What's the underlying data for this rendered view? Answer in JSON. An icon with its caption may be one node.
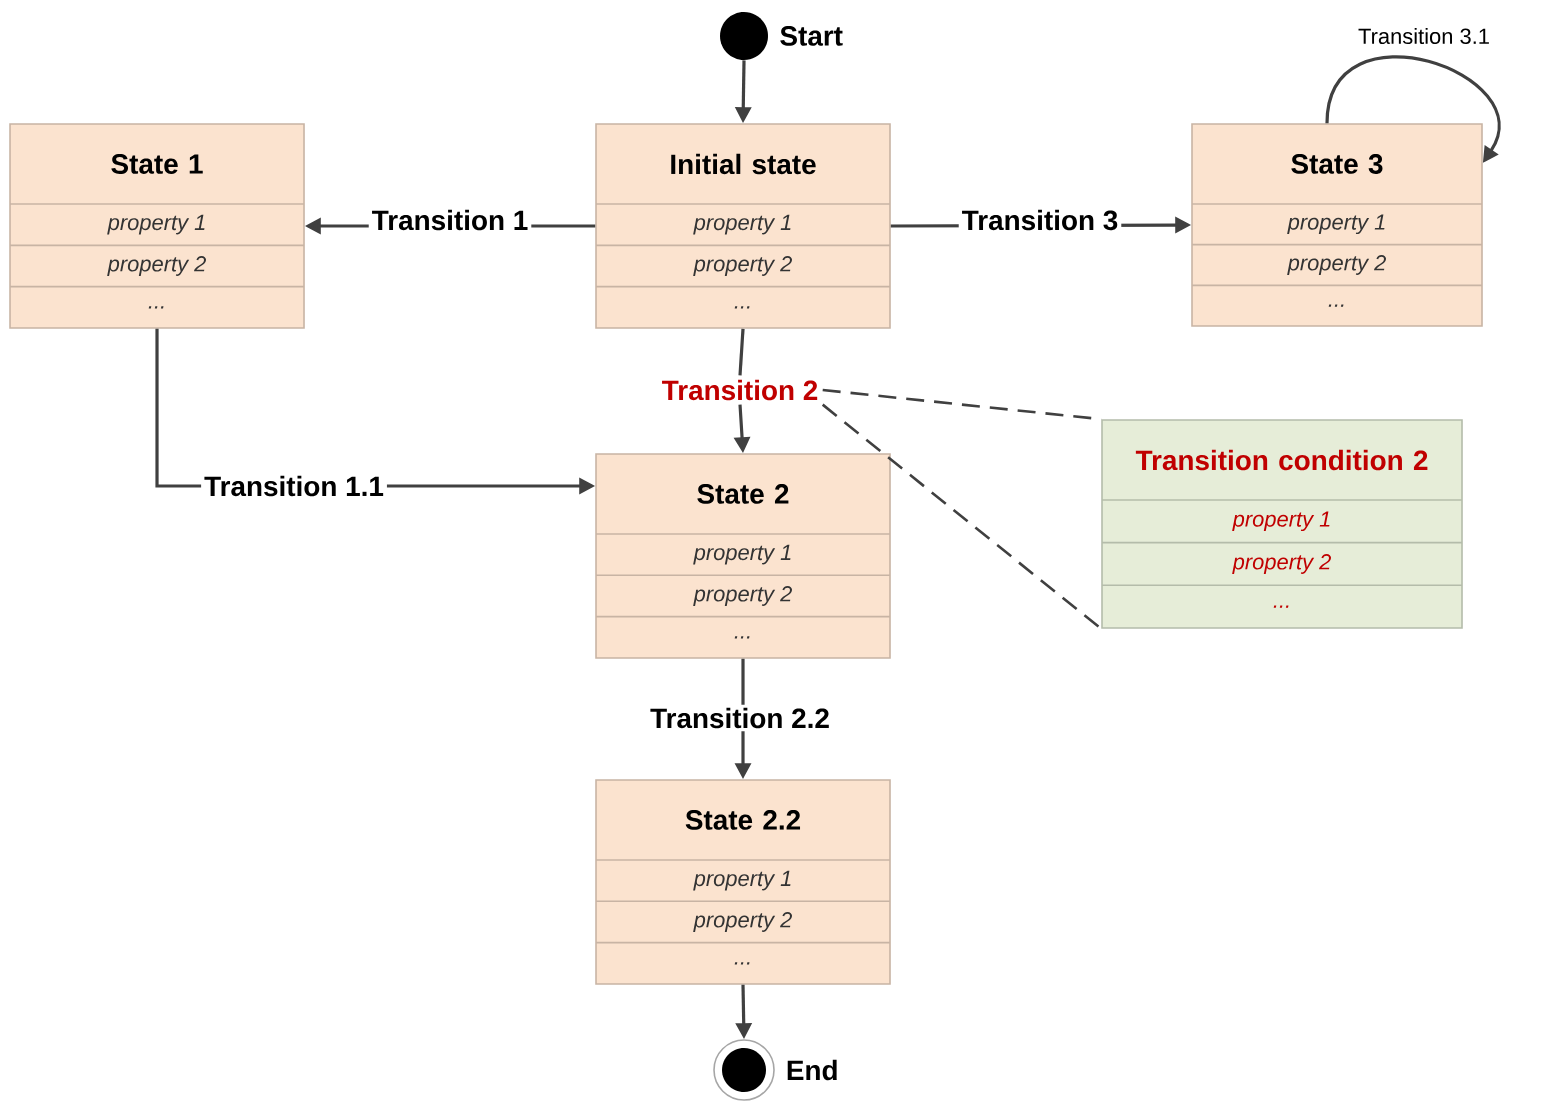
{
  "diagram": {
    "nodes": [
      {
        "text": [],
        "shape": "circle",
        "beside": [
          "Start"
        ]
      },
      {
        "text": [
          "Initial state",
          "property 1",
          "property 2",
          "..."
        ]
      },
      {
        "text": [
          "State 1",
          "property 1",
          "property 2",
          "..."
        ]
      },
      {
        "text": [
          "State 3",
          "property 1",
          "property 2",
          "..."
        ]
      },
      {
        "text": [
          "Transition 2"
        ]
      },
      {
        "text": [
          "Transition condition 2",
          "property 1",
          "property 2",
          "..."
        ]
      },
      {
        "text": [
          "State 2",
          "property 1",
          "property 2",
          "..."
        ]
      },
      {
        "text": [
          "State 2.2",
          "property 1",
          "property 2",
          "..."
        ]
      },
      {
        "text": [],
        "shape": "circle",
        "beside": [
          "End"
        ]
      }
    ],
    "edges": [
      {
        "from": 0,
        "to": 1,
        "arrow": "to"
      },
      {
        "from": 1,
        "to": 2,
        "arrow": "to",
        "label": "Transition 1"
      },
      {
        "from": 1,
        "to": 3,
        "arrow": "to",
        "label": "Transition 3"
      },
      {
        "from": 1,
        "to": 4,
        "arrow": "none"
      },
      {
        "from": 4,
        "to": 6,
        "arrow": "to"
      },
      {
        "from": 2,
        "to": 6,
        "arrow": "to",
        "label": "Transition 1.1"
      },
      {
        "from": 6,
        "to": 7,
        "arrow": "to",
        "label": "Transition 2.2"
      },
      {
        "from": 3,
        "to": 3,
        "arrow": "to",
        "label": "Transition 3.1"
      },
      {
        "from": 7,
        "to": 8,
        "arrow": "to"
      },
      {
        "from": 4,
        "to": 5,
        "arrow": "none",
        "style": "dashed"
      },
      {
        "from": 4,
        "to": 5,
        "arrow": "none",
        "style": "dashed"
      }
    ]
  }
}
